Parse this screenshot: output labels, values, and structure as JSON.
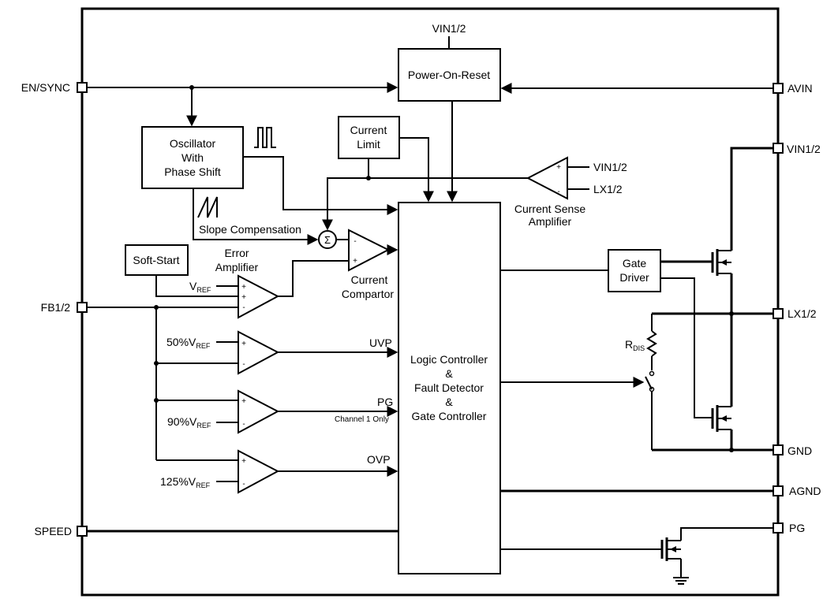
{
  "pins": {
    "en_sync": "EN/SYNC",
    "fb": "FB1/2",
    "speed": "SPEED",
    "avin": "AVIN",
    "vin": "VIN1/2",
    "lx": "LX1/2",
    "gnd": "GND",
    "agnd": "AGND",
    "pg": "PG"
  },
  "blocks": {
    "vin_top": "VIN1/2",
    "por": "Power-On-Reset",
    "osc": [
      "Oscillator",
      "With",
      "Phase Shift"
    ],
    "current_limit": [
      "Current",
      "Limit"
    ],
    "soft_start": "Soft-Start",
    "gate_driver": [
      "Gate",
      "Driver"
    ],
    "logic": [
      "Logic Controller",
      "&",
      "Fault Detector",
      "&",
      "Gate Controller"
    ]
  },
  "labels": {
    "slope_comp": "Slope Compensation",
    "error_amp": [
      "Error",
      "Amplifier"
    ],
    "current_comp": [
      "Current",
      "Compartor"
    ],
    "cs_amp": [
      "Current Sense",
      "Amplifier"
    ],
    "cs_in_plus": "VIN1/2",
    "cs_in_minus": "LX1/2",
    "uvp": "UVP",
    "pg_sig": "PG",
    "ovp": "OVP",
    "channel1": "Channel 1 Only",
    "sigma": "Σ"
  },
  "refs": {
    "vref_main": "V",
    "vref_sub": "REF",
    "uvp_ref": "50%V",
    "pg_ref": "90%V",
    "ovp_ref": "125%V",
    "rdis": "R",
    "rdis_sub": "DIS"
  }
}
